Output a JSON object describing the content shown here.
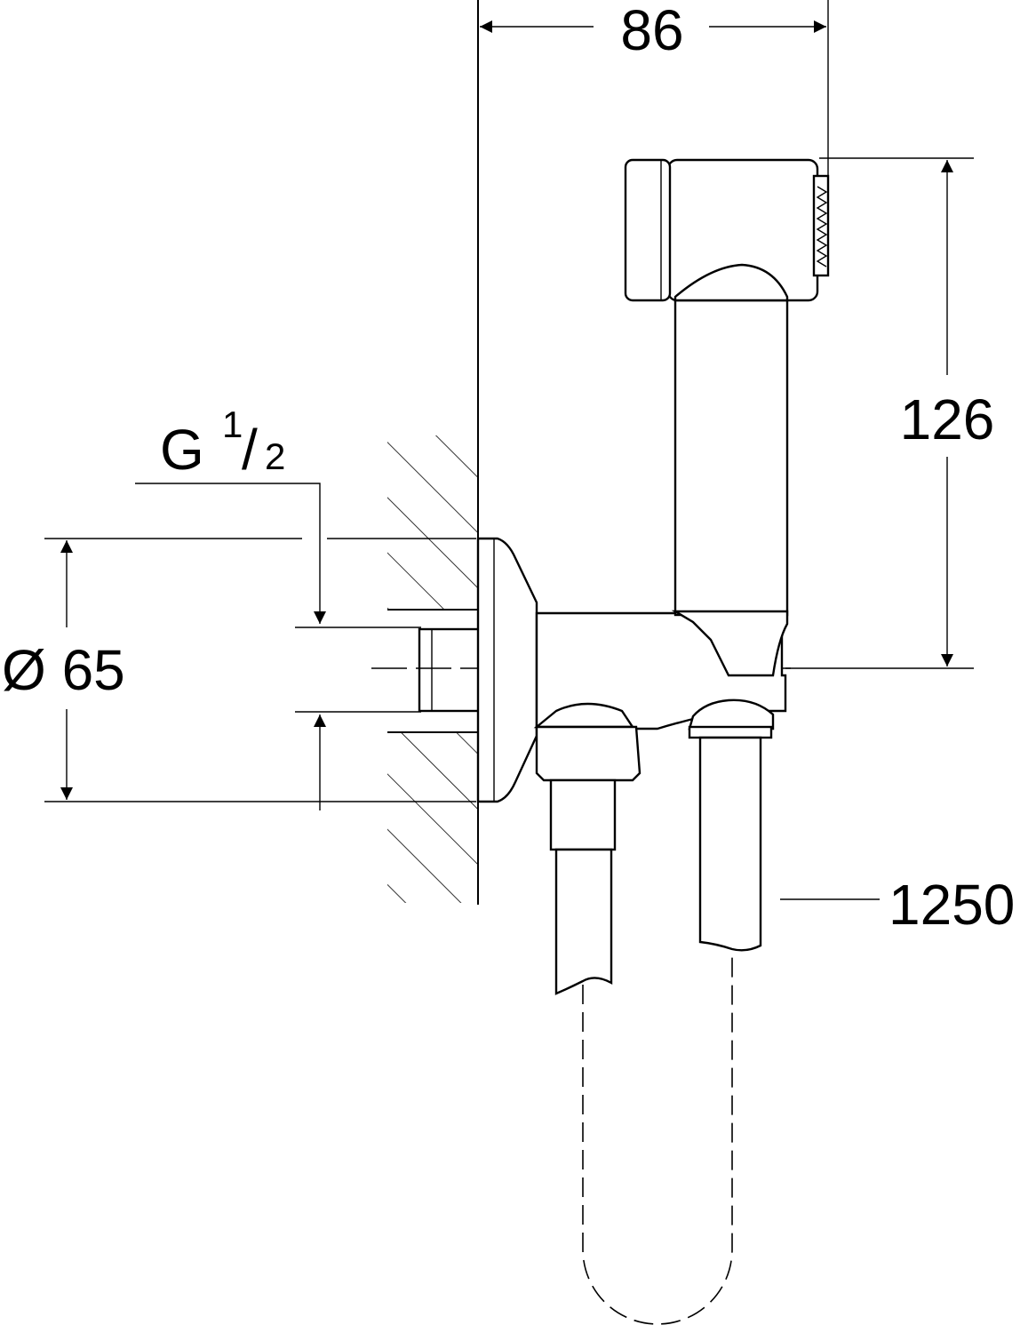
{
  "dimensions": {
    "width_label": "86",
    "height_label": "126",
    "diameter_label": "Ø 65",
    "thread_prefix": "G",
    "thread_numerator": "1",
    "thread_slash": "/",
    "thread_denominator": "2",
    "hose_length_label": "1250"
  }
}
